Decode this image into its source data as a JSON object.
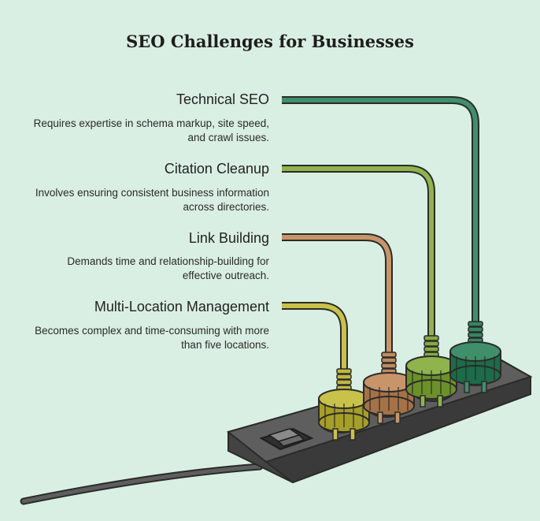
{
  "title": "SEO Challenges for Businesses",
  "challenges": [
    {
      "label": "Technical SEO",
      "description": "Requires expertise in schema markup, site speed, and crawl issues.",
      "color": "#3f8f6b"
    },
    {
      "label": "Citation Cleanup",
      "description": "Involves ensuring consistent business information across directories.",
      "color": "#8fb44c"
    },
    {
      "label": "Link Building",
      "description": "Demands time and relationship-building for effective outreach.",
      "color": "#c8956a"
    },
    {
      "label": "Multi-Location Management",
      "description": "Becomes complex and time-consuming with more than five locations.",
      "color": "#c9c24a"
    }
  ],
  "colors": {
    "background": "#d9efe3",
    "power_strip": "#5e5e5e",
    "outline": "#2b2b2b"
  },
  "icons": [
    "power-strip-icon",
    "power-switch-icon",
    "plug-icon",
    "cable-icon"
  ]
}
